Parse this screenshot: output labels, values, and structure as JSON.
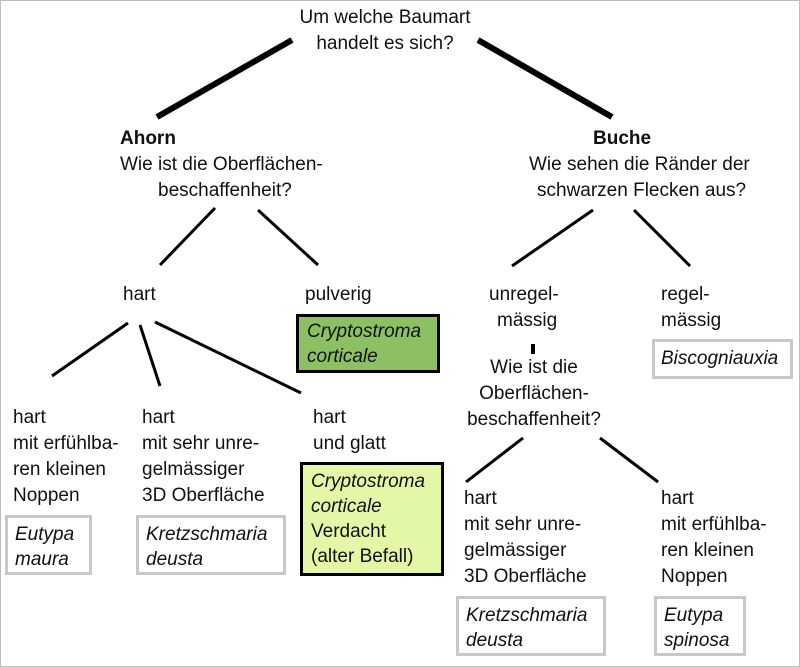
{
  "root": {
    "line1": "Um welche Baumart",
    "line2": "handelt es sich?"
  },
  "ahorn": {
    "title": "Ahorn",
    "question_line1": "Wie ist die Oberflächen-",
    "question_line2": "beschaffenheit?",
    "hart": "hart",
    "pulverig": "pulverig",
    "pulverig_result": {
      "line1": "Cryptostroma",
      "line2": "corticale"
    },
    "hart_a": {
      "line1": "hart",
      "line2": "mit erfühlba-",
      "line3": "ren kleinen",
      "line4": "Noppen",
      "result_line1": "Eutypa",
      "result_line2": "maura"
    },
    "hart_b": {
      "line1": "hart",
      "line2": "mit sehr unre-",
      "line3": "gelmässiger",
      "line4": "3D Oberfläche",
      "result_line1": "Kretzschmaria",
      "result_line2": "deusta"
    },
    "hart_c": {
      "line1": "hart",
      "line2": "und glatt",
      "result_line1": "Cryptostroma",
      "result_line2": "corticale",
      "result_line3": "Verdacht",
      "result_line4": "(alter Befall)"
    }
  },
  "buche": {
    "title": "Buche",
    "question_line1": "Wie sehen die Ränder der",
    "question_line2": "schwarzen Flecken aus?",
    "unregel_line1": "unregel-",
    "unregel_line2": "mässig",
    "regel_line1": "regel-",
    "regel_line2": "mässig",
    "regel_result": "Biscogniauxia",
    "sub_question_line1": "Wie ist die",
    "sub_question_line2": "Oberflächen-",
    "sub_question_line3": "beschaffenheit?",
    "hart_a": {
      "line1": "hart",
      "line2": "mit sehr unre-",
      "line3": "gelmässiger",
      "line4": "3D Oberfläche",
      "result_line1": "Kretzschmaria",
      "result_line2": "deusta"
    },
    "hart_b": {
      "line1": "hart",
      "line2": "mit erfühlba-",
      "line3": "ren kleinen",
      "line4": "Noppen",
      "result_line1": "Eutypa",
      "result_line2": "spinosa"
    }
  },
  "colors": {
    "line": "#000000",
    "gray_box_border": "#c8c8c8",
    "green_dark": "#8cc063",
    "green_light": "#e3f8a6"
  }
}
